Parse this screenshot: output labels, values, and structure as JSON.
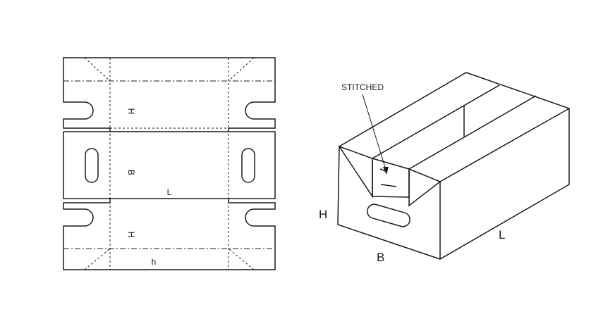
{
  "blank": {
    "label_h_top": "H",
    "label_b": "B",
    "label_l": "L",
    "label_h_bottom": "H",
    "label_lower_h": "h"
  },
  "box": {
    "label_h": "H",
    "label_b": "B",
    "label_l": "L",
    "callout": "STITCHED"
  }
}
